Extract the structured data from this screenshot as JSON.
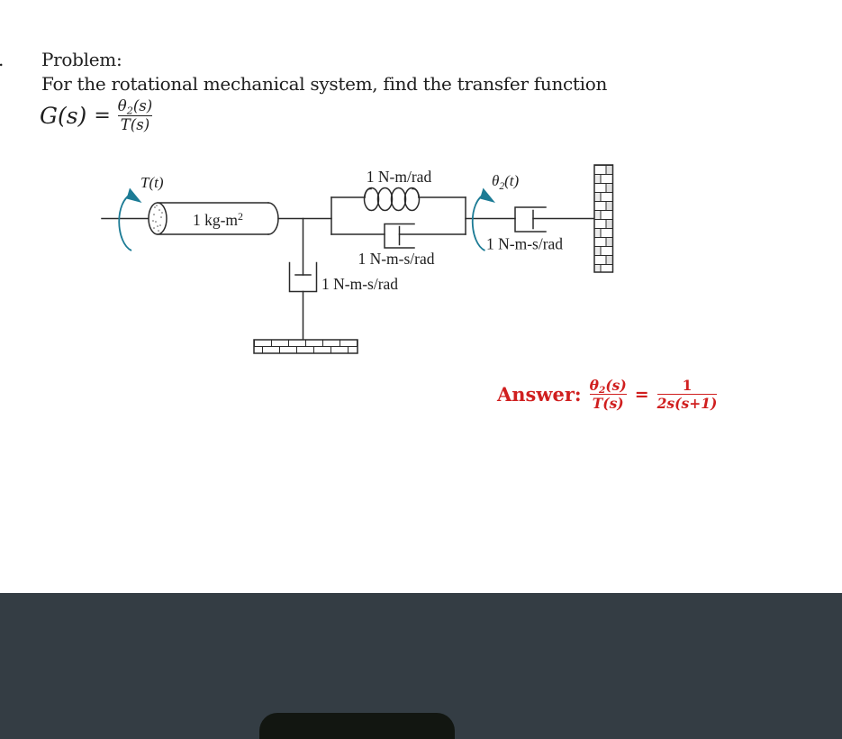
{
  "problem": {
    "list_marker": ".",
    "title": "Problem:",
    "statement": "For the rotational mechanical system, find the transfer function",
    "formula": {
      "lhs": "G(s)",
      "equals": "=",
      "num_theta": "θ",
      "num_sub": "2",
      "num_rest": "(s)",
      "den": "T(s)"
    }
  },
  "diagram": {
    "torque_label": "T(t)",
    "angle_theta": "θ",
    "angle_sub": "2",
    "angle_rest": "(t)",
    "inertia_value": "1 kg-m",
    "inertia_exponent": "2",
    "spring_label": "1 N-m/rad",
    "parallel_damper_label": "1 N-m-s/rad",
    "ground_damper_label": "1 N-m-s/rad",
    "output_damper_label": "1 N-m-s/rad",
    "colors": {
      "accent": "#1c7b95",
      "line": "#2a2a2a"
    }
  },
  "answer": {
    "label": "Answer:",
    "lhs_num_theta": "θ",
    "lhs_num_sub": "2",
    "lhs_num_rest": "(s)",
    "lhs_den": "T(s)",
    "equals": "=",
    "rhs_num": "1",
    "rhs_den": "2s(s+1)",
    "color": "#d01f1f"
  },
  "footer": {
    "colors": {
      "panel": "#343d44",
      "dock": "#121611"
    }
  }
}
